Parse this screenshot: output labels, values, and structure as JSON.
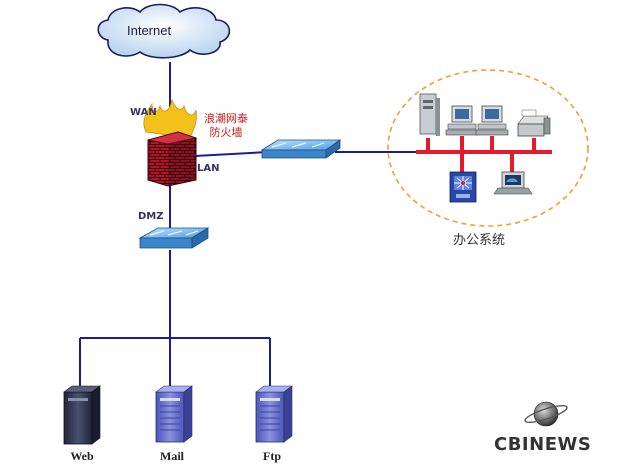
{
  "diagram": {
    "internet_label": "Internet",
    "wan_label": "WAN",
    "lan_label": "LAN",
    "dmz_label": "DMZ",
    "firewall_name_line1": "浪潮网泰",
    "firewall_name_line2": "防火墙",
    "office_system_label": "办公系统",
    "servers": [
      {
        "label": "Web"
      },
      {
        "label": "Mail"
      },
      {
        "label": "Ftp"
      }
    ]
  },
  "branding": {
    "logo_text": "CBINEWS"
  },
  "colors": {
    "network_line": "#1c1c96",
    "office_bus": "#e61a2a",
    "firewall_brick": "#b3142a",
    "flame": "#f2c21a",
    "switch_fill": "#5aaee8",
    "server_purple": "#6a72c8",
    "cloud_fill": "#cfe3f7",
    "office_ring": "#f0a030"
  }
}
